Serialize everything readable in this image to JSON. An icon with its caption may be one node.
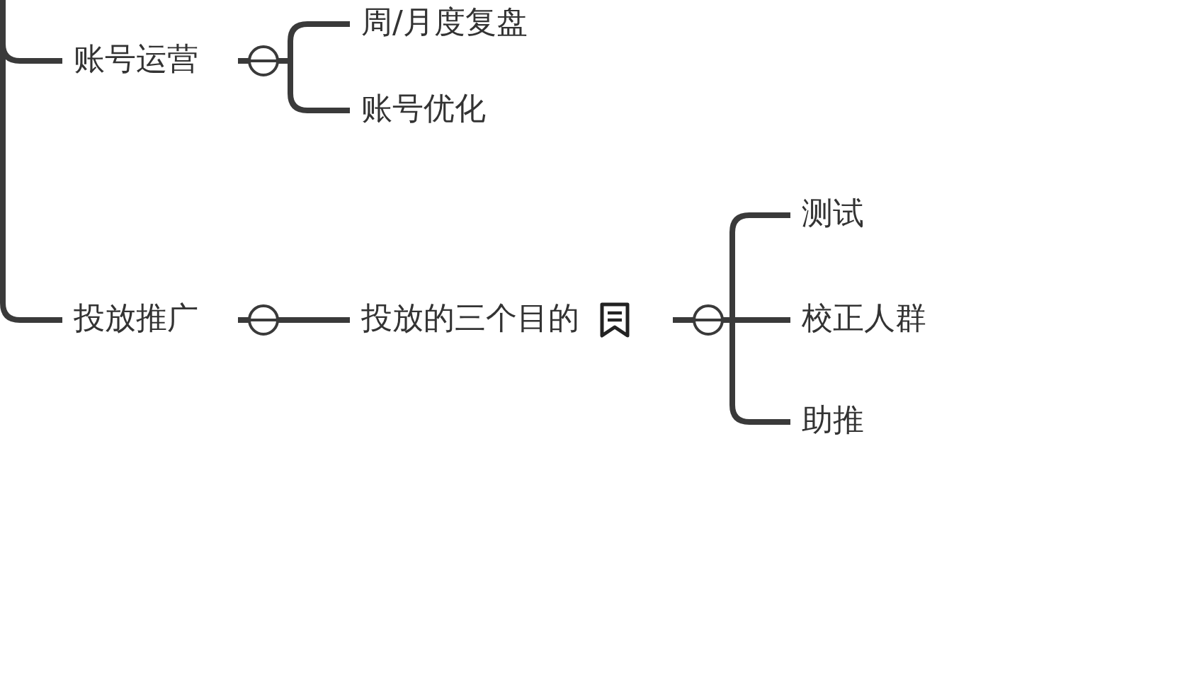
{
  "diagram": {
    "nodes": [
      {
        "text": [
          "账号运营"
        ]
      },
      {
        "text": [
          "周/月度复盘"
        ]
      },
      {
        "text": [
          "账号优化"
        ]
      },
      {
        "text": [
          "投放推广"
        ]
      },
      {
        "text": [
          "投放的三个目的"
        ]
      },
      {
        "text": [
          "测试"
        ]
      },
      {
        "text": [
          "校正人群"
        ]
      },
      {
        "text": [
          "助推"
        ]
      }
    ],
    "edges": [
      {
        "from": null,
        "to": 0,
        "arrow": "none"
      },
      {
        "from": null,
        "to": 3,
        "arrow": "none"
      },
      {
        "from": 0,
        "to": 1,
        "arrow": "none"
      },
      {
        "from": 0,
        "to": 2,
        "arrow": "none"
      },
      {
        "from": 3,
        "to": 4,
        "arrow": "none"
      },
      {
        "from": 4,
        "to": 5,
        "arrow": "none"
      },
      {
        "from": 4,
        "to": 6,
        "arrow": "none"
      },
      {
        "from": 4,
        "to": 7,
        "arrow": "none"
      }
    ]
  }
}
